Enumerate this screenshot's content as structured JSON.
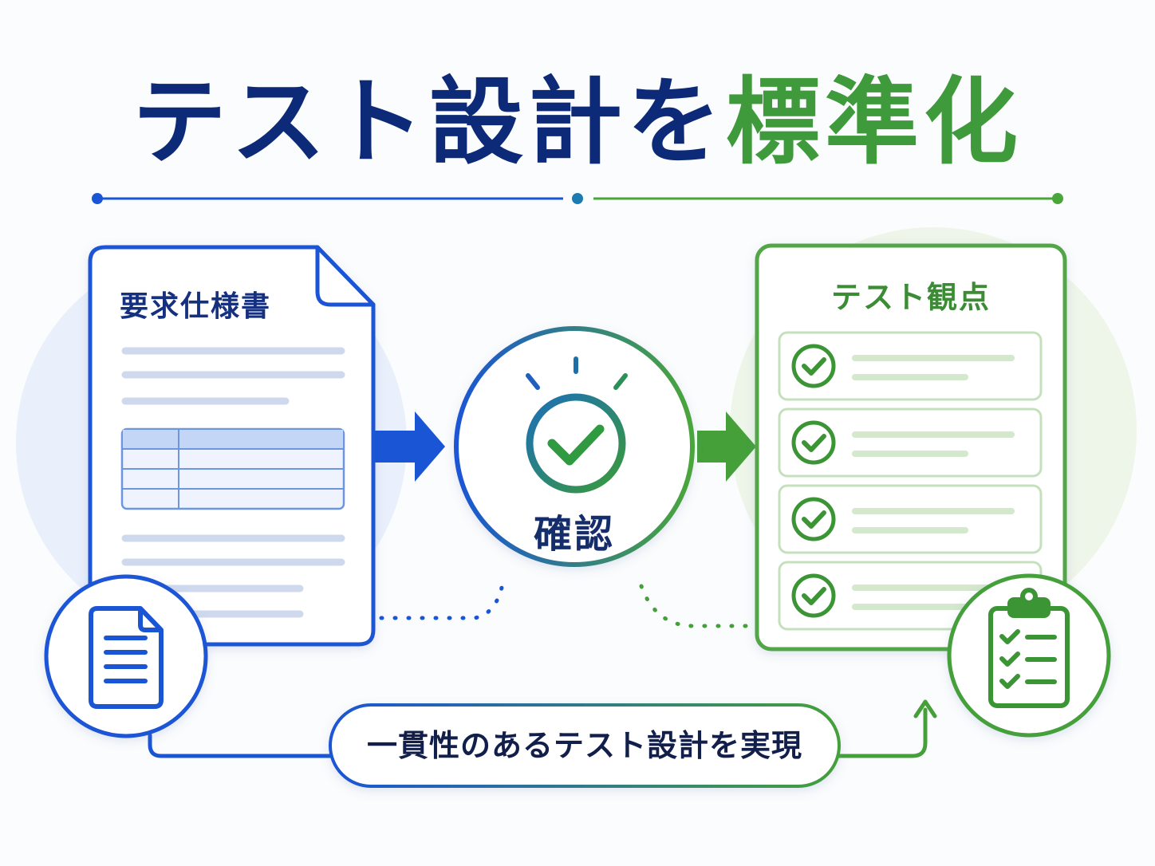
{
  "title": {
    "part1": "テスト設計を",
    "part2": "標準化"
  },
  "requirements_doc": {
    "label": "要求仕様書"
  },
  "center": {
    "label": "確認"
  },
  "test_viewpoints": {
    "label": "テスト観点",
    "items": [
      {
        "checked": true
      },
      {
        "checked": true
      },
      {
        "checked": true
      },
      {
        "checked": true
      }
    ]
  },
  "footer": {
    "label": "一貫性のあるテスト設計を実現"
  },
  "colors": {
    "blue": "#1a55d6",
    "navy": "#0d2a78",
    "green": "#3f9a3b",
    "light_blue": "#e7eefb",
    "light_green": "#eef5e8"
  },
  "icons": [
    "document-icon",
    "checkmark-circle-icon",
    "clipboard-checklist-icon",
    "arrow-right-icon"
  ]
}
